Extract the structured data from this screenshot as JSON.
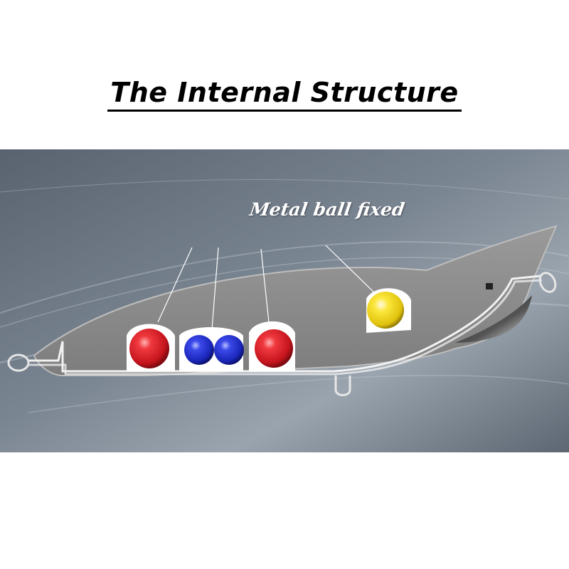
{
  "title": "The Internal Structure",
  "diagram": {
    "callout": "Metal ball fixed",
    "colors": {
      "background": "#6d7784",
      "body": "#8b8b8b",
      "red_ball": "#e2202a",
      "blue_ball": "#2233d6",
      "yellow_ball": "#f3df1a"
    },
    "balls": [
      {
        "name": "red-ball-1",
        "color": "red"
      },
      {
        "name": "blue-ball-1",
        "color": "blue"
      },
      {
        "name": "blue-ball-2",
        "color": "blue"
      },
      {
        "name": "red-ball-2",
        "color": "red"
      },
      {
        "name": "yellow-ball",
        "color": "yellow"
      }
    ]
  }
}
